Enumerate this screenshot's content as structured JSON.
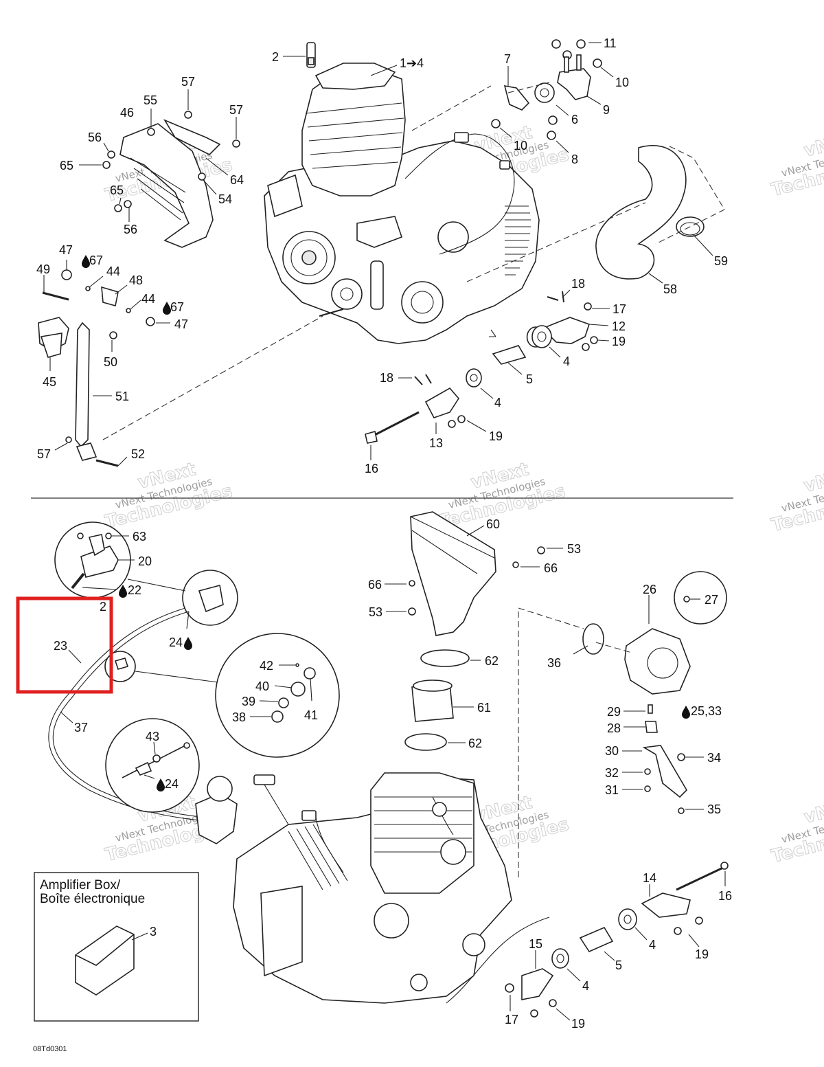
{
  "drawing_code": "08Td0301",
  "watermark": {
    "line1": "vNext",
    "line2": "vNext Technologies",
    "line3": "Technologies"
  },
  "amplifier_box": {
    "title_en": "Amplifier Box/",
    "title_fr": "Boîte électronique",
    "callout": "3"
  },
  "highlight": {
    "color": "#e02020",
    "target_callout": "23"
  },
  "callouts": {
    "c1_4": "1➔4",
    "c2": "2",
    "c7": "7",
    "c11": "11",
    "c10a": "10",
    "c6": "6",
    "c9": "9",
    "c10b": "10",
    "c8": "8",
    "c57a": "57",
    "c55": "55",
    "c46": "46",
    "c57b": "57",
    "c56a": "56",
    "c65a": "65",
    "c64": "64",
    "c65b": "65",
    "c54": "54",
    "c56b": "56",
    "c59": "59",
    "c58": "58",
    "c47a": "47",
    "c67a": "67",
    "c49": "49",
    "c44a": "44",
    "c48": "48",
    "c44b": "44",
    "c67b": "67",
    "c47b": "47",
    "c50": "50",
    "c45": "45",
    "c51": "51",
    "c57c": "57",
    "c52": "52",
    "c18a": "18",
    "c17a": "17",
    "c12": "12",
    "c19a": "19",
    "c4a": "4",
    "c5a": "5",
    "c18b": "18",
    "c4b": "4",
    "c13": "13",
    "c19b": "19",
    "c16a": "16",
    "c63": "63",
    "c20": "20",
    "c22": "22",
    "c2b": "2",
    "c23": "23",
    "c24a": "24",
    "c37": "37",
    "c42": "42",
    "c40": "40",
    "c39": "39",
    "c38": "38",
    "c41": "41",
    "c43": "43",
    "c24b": "24",
    "c60": "60",
    "c53a": "53",
    "c66a": "66",
    "c66b": "66",
    "c53b": "53",
    "c62a": "62",
    "c61": "61",
    "c62b": "62",
    "c26": "26",
    "c27": "27",
    "c36": "36",
    "c29": "29",
    "c25_33": "25,33",
    "c28": "28",
    "c30": "30",
    "c34": "34",
    "c32": "32",
    "c31": "31",
    "c35": "35",
    "c14": "14",
    "c16b": "16",
    "c4c": "4",
    "c19c": "19",
    "c15": "15",
    "c5b": "5",
    "c4d": "4",
    "c17b": "17",
    "c19d": "19"
  },
  "icons": [
    "oil-drop-icon"
  ]
}
